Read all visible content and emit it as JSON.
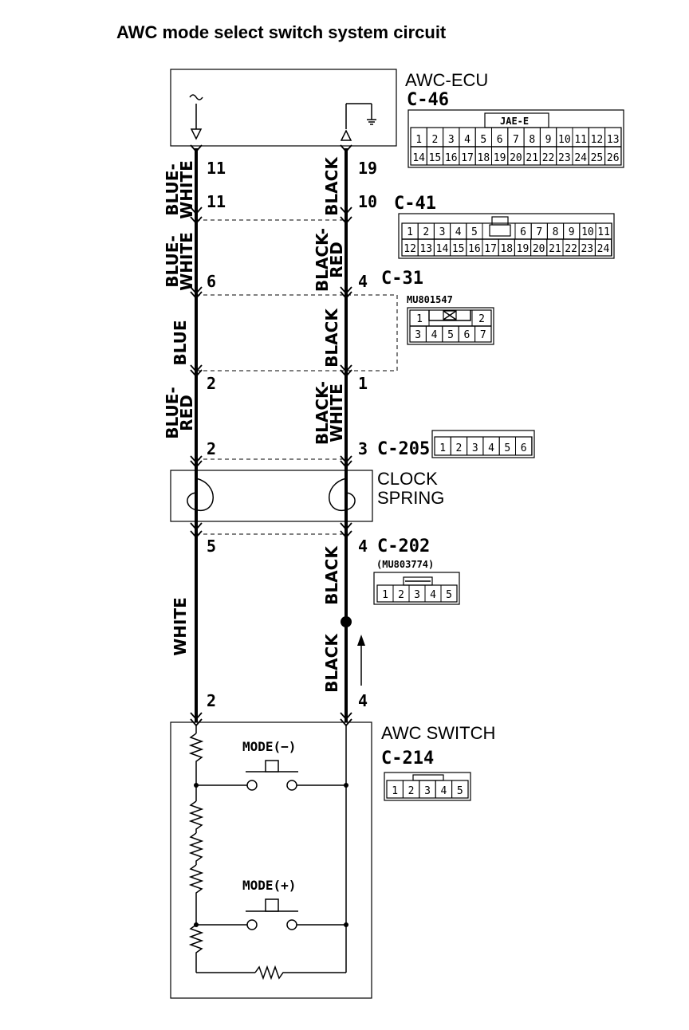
{
  "title": "AWC mode select switch system circuit",
  "ecu": {
    "name": "AWC-ECU",
    "connector": "C-46",
    "tag": "JAE-E",
    "row1": [
      "1",
      "2",
      "3",
      "4",
      "5",
      "6",
      "7",
      "8",
      "9",
      "10",
      "11",
      "12",
      "13"
    ],
    "row2": [
      "14",
      "15",
      "16",
      "17",
      "18",
      "19",
      "20",
      "21",
      "22",
      "23",
      "24",
      "25",
      "26"
    ],
    "pin_left": "11",
    "pin_right": "19"
  },
  "c41": {
    "id": "C-41",
    "pin_left": "11",
    "pin_right": "10",
    "row1a": [
      "1",
      "2",
      "3",
      "4",
      "5"
    ],
    "row1b": [
      "6",
      "7",
      "8",
      "9",
      "10",
      "11"
    ],
    "row2": [
      "12",
      "13",
      "14",
      "15",
      "16",
      "17",
      "18",
      "19",
      "20",
      "21",
      "22",
      "23",
      "24"
    ]
  },
  "c31": {
    "id": "C-31",
    "part": "MU801547",
    "pin_left": "6",
    "pin_right": "4",
    "row1": [
      "1",
      "2"
    ],
    "row2": [
      "3",
      "4",
      "5",
      "6",
      "7"
    ]
  },
  "junction_pins": {
    "left": "2",
    "right": "1"
  },
  "c205": {
    "id": "C-205",
    "pin_left": "2",
    "pin_right": "3",
    "cells": [
      "1",
      "2",
      "3",
      "4",
      "5",
      "6"
    ]
  },
  "clock_spring": {
    "line1": "CLOCK",
    "line2": "SPRING"
  },
  "c202": {
    "id": "C-202",
    "part": "(MU803774)",
    "pin_left": "5",
    "pin_right": "4",
    "cells": [
      "1",
      "2",
      "3",
      "4",
      "5"
    ]
  },
  "switch": {
    "name": "AWC SWITCH",
    "connector": "C-214",
    "pin_left": "2",
    "pin_right": "4",
    "cells": [
      "1",
      "2",
      "3",
      "4",
      "5"
    ],
    "mode_minus": "MODE(−)",
    "mode_plus": "MODE(+)"
  },
  "wires": {
    "seg1_left": [
      "BLUE-",
      "WHITE"
    ],
    "seg1_right": [
      "BLACK"
    ],
    "seg2_left": [
      "BLUE-",
      "WHITE"
    ],
    "seg2_right": [
      "BLACK-",
      "RED"
    ],
    "seg3_left": [
      "BLUE"
    ],
    "seg3_right": [
      "BLACK"
    ],
    "seg4_left": [
      "BLUE-",
      "RED"
    ],
    "seg4_right": [
      "BLACK-",
      "WHITE"
    ],
    "seg5_left": [
      "WHITE"
    ],
    "seg5_right_a": [
      "BLACK"
    ],
    "seg5_right_b": [
      "BLACK"
    ]
  }
}
